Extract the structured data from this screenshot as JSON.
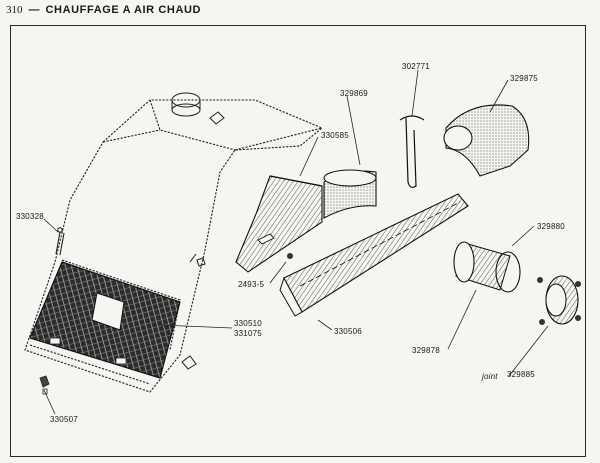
{
  "header": {
    "page_number": "310",
    "separator": "—",
    "title": "CHAUFFAGE A AIR CHAUD"
  },
  "labels": {
    "p330328": "330328",
    "p330507": "330507",
    "p330585": "330585",
    "p329869": "329869",
    "p302771": "302771",
    "p329875": "329875",
    "p329880": "329880",
    "p2493": "2493-5",
    "p330510": "330510",
    "p331075": "331075",
    "p330506": "330506",
    "p329878": "329878",
    "joint_word": "joint",
    "p329885": "329885"
  }
}
